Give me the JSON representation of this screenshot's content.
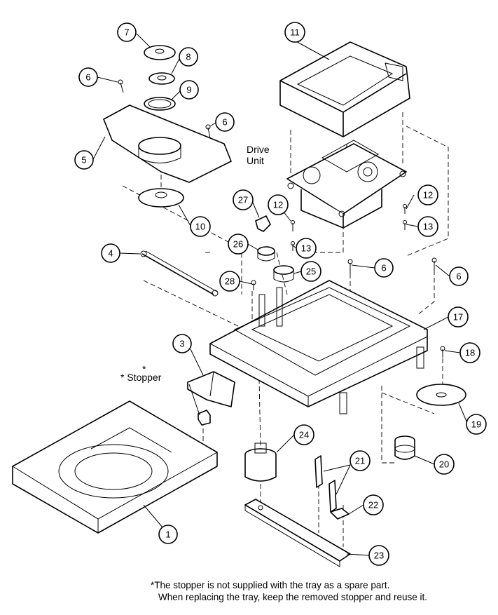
{
  "callouts": [
    "7",
    "8",
    "6",
    "9",
    "6",
    "5",
    "10",
    "11",
    "12",
    "13",
    "27",
    "12",
    "26",
    "13",
    "4",
    "25",
    "6",
    "6",
    "28",
    "17",
    "3",
    "18",
    "19",
    "24",
    "20",
    "21",
    "22",
    "23",
    "1"
  ],
  "labels": {
    "drive_unit_line1": "Drive",
    "drive_unit_line2": "Unit",
    "stopper": "* Stopper",
    "stopper_mark": "*"
  },
  "footnote": {
    "line1": "*The stopper is not supplied with the tray as a spare part.",
    "line2": "When replacing the tray, keep the removed stopper and reuse it."
  }
}
